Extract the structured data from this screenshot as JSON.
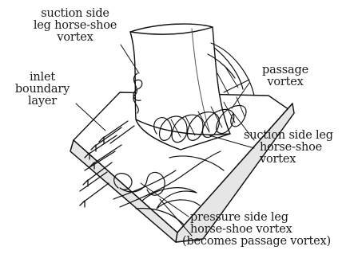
{
  "labels": {
    "suction_horseshoe_top": [
      "suction side",
      "leg horse-shoe",
      "vortex"
    ],
    "inlet_boundary_layer": [
      "inlet",
      "boundary",
      "layer"
    ],
    "passage_vortex": [
      "passage",
      "vortex"
    ],
    "suction_horseshoe_right": [
      "suction side leg",
      "horse-shoe",
      "vortex"
    ],
    "pressure_horseshoe": [
      "pressure side leg",
      "horse-shoe vortex",
      "(becomes passage vortex)"
    ]
  }
}
